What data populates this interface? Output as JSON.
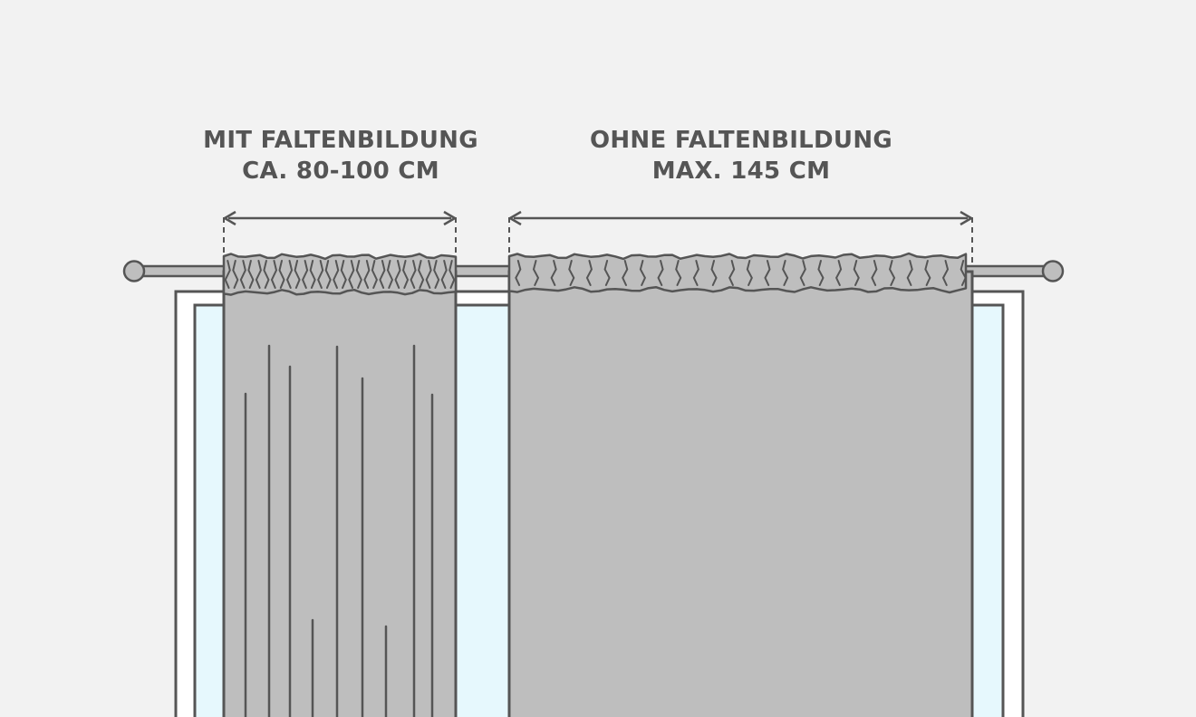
{
  "labels": {
    "gathered": {
      "line1": "MIT FALTENBILDUNG",
      "line2": "CA. 80-100 CM"
    },
    "flat": {
      "line1": "OHNE FALTENBILDUNG",
      "line2": "MAX. 145 CM"
    }
  },
  "colors": {
    "background": "#f2f2f2",
    "text": "#555555",
    "outline": "#555555",
    "curtain": "#bebebe",
    "window_glass": "#e6f8fd",
    "window_frame": "#ffffff",
    "rod": "#bebebe"
  }
}
